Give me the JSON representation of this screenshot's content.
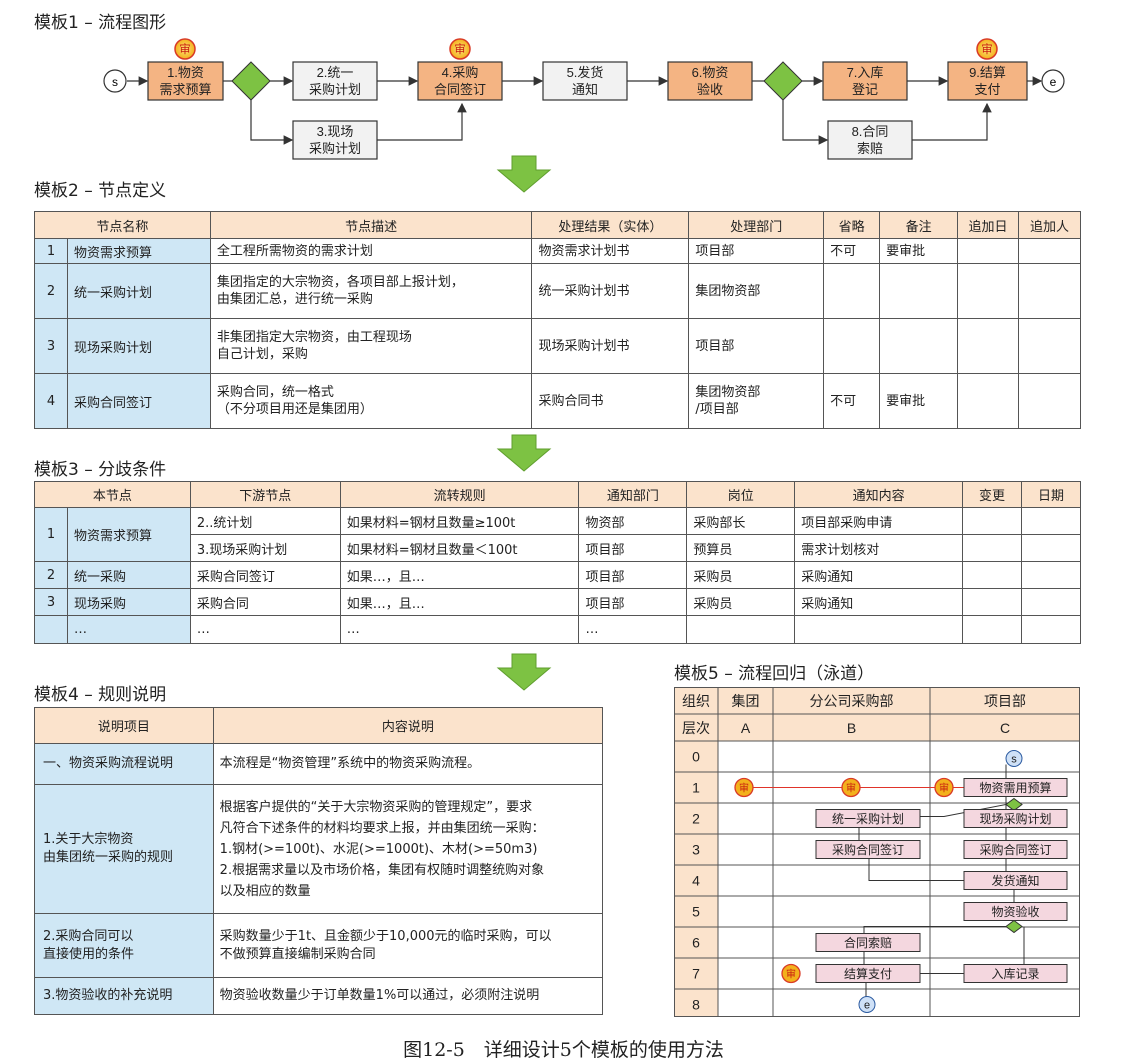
{
  "m1": {
    "title": "模板1 – 流程图形",
    "start": "s",
    "end": "e",
    "audit": "审",
    "nodes": [
      "1.物资\n需求预算",
      "2.统一\n采购计划",
      "3.现场\n采购计划",
      "4.采购\n合同签订",
      "5.发货\n通知",
      "6.物资\n验收",
      "7.入库\n登记",
      "8.合同\n索赔",
      "9.结算\n支付"
    ]
  },
  "m2": {
    "title": "模板2 – 节点定义",
    "headers": [
      "节点名称",
      "节点描述",
      "处理结果（实体）",
      "处理部门",
      "省略",
      "备注",
      "追加日",
      "追加人"
    ],
    "rows": [
      [
        "1",
        "物资需求预算",
        "全工程所需物资的需求计划",
        "物资需求计划书",
        "项目部",
        "不可",
        "要审批",
        "",
        ""
      ],
      [
        "2",
        "统一采购计划",
        "集团指定的大宗物资，各项目部上报计划，\n由集团汇总，进行统一采购",
        "统一采购计划书",
        "集团物资部",
        "",
        "",
        "",
        ""
      ],
      [
        "3",
        "现场采购计划",
        "非集团指定大宗物资，由工程现场\n自己计划，采购",
        "现场采购计划书",
        "项目部",
        "",
        "",
        "",
        ""
      ],
      [
        "4",
        "采购合同签订",
        "采购合同，统一格式\n（不分项目用还是集团用）",
        "采购合同书",
        "集团物资部\n/项目部",
        "不可",
        "要审批",
        "",
        ""
      ]
    ]
  },
  "m3": {
    "title": "模板3 – 分歧条件",
    "headers": [
      "本节点",
      "下游节点",
      "流转规则",
      "通知部门",
      "岗位",
      "通知内容",
      "变更",
      "日期"
    ],
    "rows": [
      [
        "1",
        "物资需求预算",
        "2..统计划",
        "如果材料=钢材且数量≥100t",
        "物资部",
        "采购部长",
        "项目部采购申请",
        "",
        ""
      ],
      [
        "",
        "",
        "3.现场采购计划",
        "如果材料=钢材且数量＜100t",
        "项目部",
        "预算员",
        "需求计划核对",
        "",
        ""
      ],
      [
        "2",
        "统一采购",
        "采购合同签订",
        "如果…，且…",
        "项目部",
        "采购员",
        "采购通知",
        "",
        ""
      ],
      [
        "3",
        "现场采购",
        "采购合同",
        "如果…，且…",
        "项目部",
        "采购员",
        "采购通知",
        "",
        ""
      ],
      [
        "",
        "…",
        "…",
        "…",
        "…",
        "",
        "",
        "",
        ""
      ]
    ]
  },
  "m4": {
    "title": "模板4 – 规则说明",
    "headers": [
      "说明项目",
      "内容说明"
    ],
    "rows": [
      [
        "一、物资采购流程说明",
        "本流程是“物资管理”系统中的物资采购流程。"
      ],
      [
        "1.关于大宗物资\n   由集团统一采购的规则",
        "根据客户提供的“关于大宗物资采购的管理规定”，要求\n凡符合下述条件的材料均要求上报，并由集团统一采购：\n1.钢材(>=100t)、水泥(>=1000t)、木材(>=50m3)\n2.根据需求量以及市场价格，集团有权随时调整统购对象\n以及相应的数量"
      ],
      [
        "2.采购合同可以\n   直接使用的条件",
        "采购数量少于1t、且金额少于10,000元的临时采购，可以\n不做预算直接编制采购合同"
      ],
      [
        "3.物资验收的补充说明",
        "物资验收数量少于订单数量1%可以通过，必须附注说明"
      ]
    ]
  },
  "m5": {
    "title": "模板5 – 流程回归（泳道）",
    "h_org": "组织",
    "h_level": "层次",
    "cols": [
      "集团",
      "分公司采购部",
      "项目部"
    ],
    "codes": [
      "A",
      "B",
      "C"
    ],
    "levels": [
      "0",
      "1",
      "2",
      "3",
      "4",
      "5",
      "6",
      "7",
      "8"
    ],
    "audit": "审",
    "start": "s",
    "end": "e",
    "boxes": [
      "物资需用预算",
      "统一采购计划",
      "现场采购计划",
      "采购合同签订",
      "采购合同签订",
      "发货通知",
      "物资验收",
      "合同索赔",
      "结算支付",
      "入库记录"
    ]
  },
  "caption": "图12-5　详细设计5个模板的使用方法"
}
